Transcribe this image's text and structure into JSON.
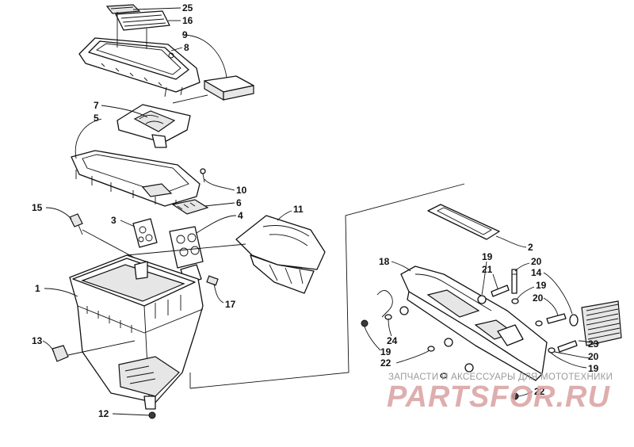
{
  "callouts": {
    "c1": "1",
    "c2": "2",
    "c3": "3",
    "c4": "4",
    "c5": "5",
    "c6": "6",
    "c7": "7",
    "c8": "8",
    "c9": "9",
    "c10": "10",
    "c11": "11",
    "c12": "12",
    "c13": "13",
    "c14": "14",
    "c15": "15",
    "c16": "16",
    "c17": "17",
    "c18": "18",
    "c19a": "19",
    "c19b": "19",
    "c19c": "19",
    "c19d": "19",
    "c20a": "20",
    "c20b": "20",
    "c20c": "20",
    "c21": "21",
    "c22a": "22",
    "c22b": "22",
    "c23": "23",
    "c24": "24",
    "c25": "25"
  },
  "watermark": {
    "tagline": "ЗАПЧАСТИ И АКСЕССУАРЫ ДЛЯ МОТОТЕХНИКИ",
    "brand": "PARTSFOR.RU",
    "colors": {
      "tagline": "#9a9a9a",
      "brand": "#d9a0a0"
    }
  }
}
